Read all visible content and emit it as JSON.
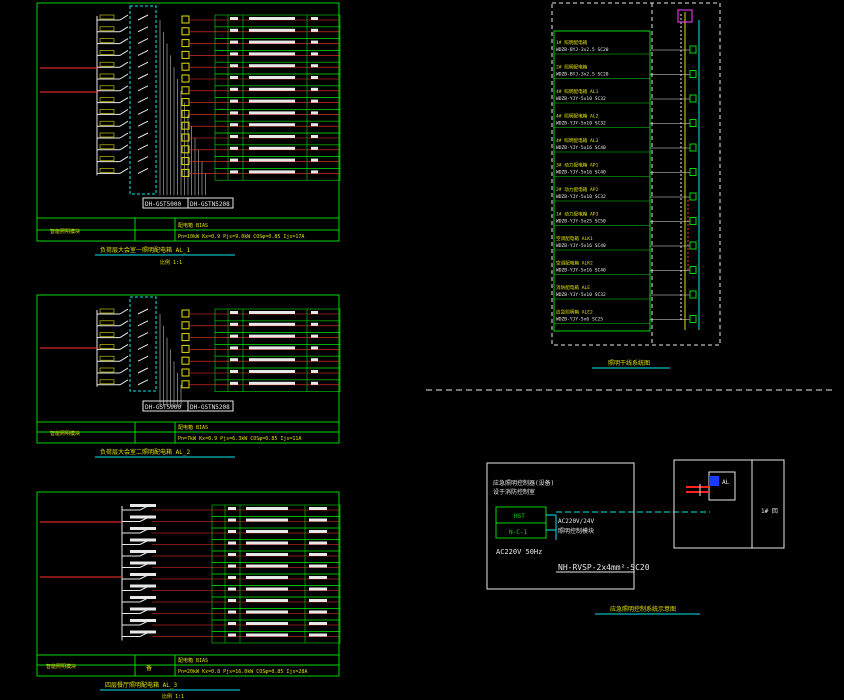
{
  "panel1": {
    "switch_labels": [
      "DH-GST5000",
      "DH-GSTN5208"
    ],
    "note": "配电箱 BIAS",
    "spec": "Pn=10kW  Kx=0.9  Pjs=9.0kW  COSφ=0.85  Ijs=17A",
    "bottom_left": "智能照明模块",
    "title": "负荷层大会室一照明配电箱 AL_1",
    "subtitle": "比例 1:1"
  },
  "panel2": {
    "switch_labels": [
      "DH-GST5000",
      "DH-GSTN5208"
    ],
    "note": "配电箱 BIAS",
    "spec": "Pn=7kW  Kx=0.9  Pjs=6.3kW  COSφ=0.85  Ijs=11A",
    "bottom_left": "智能照明模块",
    "title": "负荷层大会室二照明配电箱 AL_2",
    "subtitle": "比例 1:1"
  },
  "panel3": {
    "note": "配电箱 BIAS",
    "spec": "Pn=20kW  Kx=0.8  Pjs=16.0kW  COSφ=0.85  Ijs=28A",
    "bottom_left": "智能照明模块",
    "mid_label": "备",
    "title": "四层餐厅照明配电箱 AL_3",
    "subtitle": "比例 1:1"
  },
  "riser": {
    "title": "照明干线系统图",
    "entries": [
      {
        "line1": "1# 照明配电箱",
        "line2": "WDZB-BYJ-3x2.5 SC20"
      },
      {
        "line1": "2# 照明配电箱",
        "line2": "WDZB-BYJ-3x2.5 SC20"
      },
      {
        "line1": "4# 照明配电箱 AL1",
        "line2": "WDZB-YJY-5x10 SC32"
      },
      {
        "line1": "4# 照明配电箱 AL2",
        "line2": "WDZB-YJY-5x10 SC32"
      },
      {
        "line1": "4# 照明配电箱 AL3",
        "line2": "WDZB-YJY-5x16 SC40"
      },
      {
        "line1": "3# 动力配电箱 AP1",
        "line2": "WDZB-YJY-5x16 SC40"
      },
      {
        "line1": "2# 动力配电箱 AP2",
        "line2": "WDZB-YJY-5x10 SC32"
      },
      {
        "line1": "1# 动力配电箱 AP3",
        "line2": "WDZB-YJY-5x25 SC50"
      },
      {
        "line1": "空调配电箱 ALK1",
        "line2": "WDZB-YJY-5x16 SC40"
      },
      {
        "line1": "空调配电箱 ALK2",
        "line2": "WDZB-YJY-5x16 SC40"
      },
      {
        "line1": "消防配电箱 ALE",
        "line2": "WDZB-YJY-5x10 SC32"
      },
      {
        "line1": "应急照明箱 ALE2",
        "line2": "WDZB-YJY-5x6 SC25"
      }
    ]
  },
  "control": {
    "header_line1": "应急照明控制器(设备)",
    "header_line2": "设于消防控制室",
    "box1": "HST",
    "box2": "N-C-1",
    "power": "AC220V 50Hz",
    "note_line1": "AC220V/24V",
    "note_line2": "照明控制模块",
    "cable": "NH-RVSP-2x4mm²-SC20",
    "right_label": "1# 回",
    "module": "AL",
    "title": "应急照明控制系统示意图"
  }
}
